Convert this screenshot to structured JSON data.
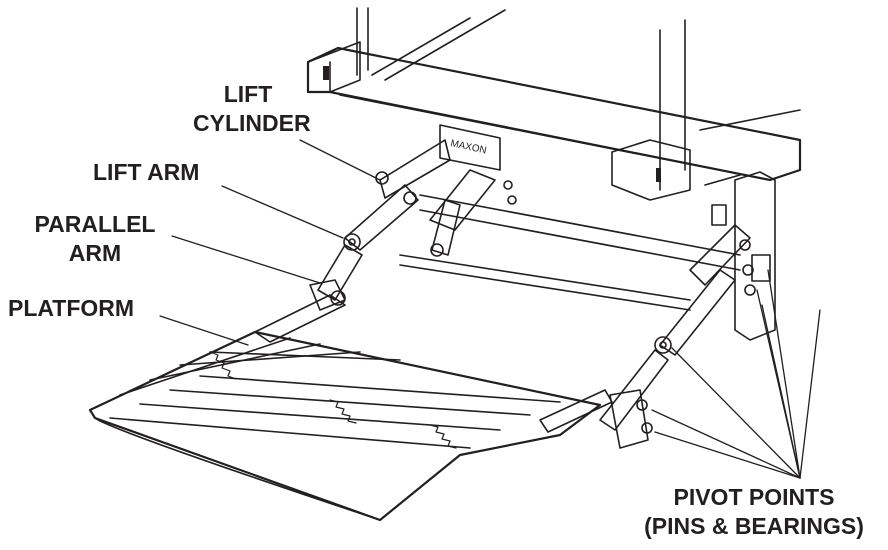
{
  "labels": {
    "lift_cylinder_line1": "LIFT",
    "lift_cylinder_line2": "CYLINDER",
    "lift_arm": "LIFT ARM",
    "parallel_arm_line1": "PARALLEL",
    "parallel_arm_line2": "ARM",
    "platform": "PLATFORM",
    "pivot_points_line1": "PIVOT POINTS",
    "pivot_points_line2": "(PINS & BEARINGS)"
  },
  "colors": {
    "ink": "#231f20",
    "background": "#ffffff"
  }
}
